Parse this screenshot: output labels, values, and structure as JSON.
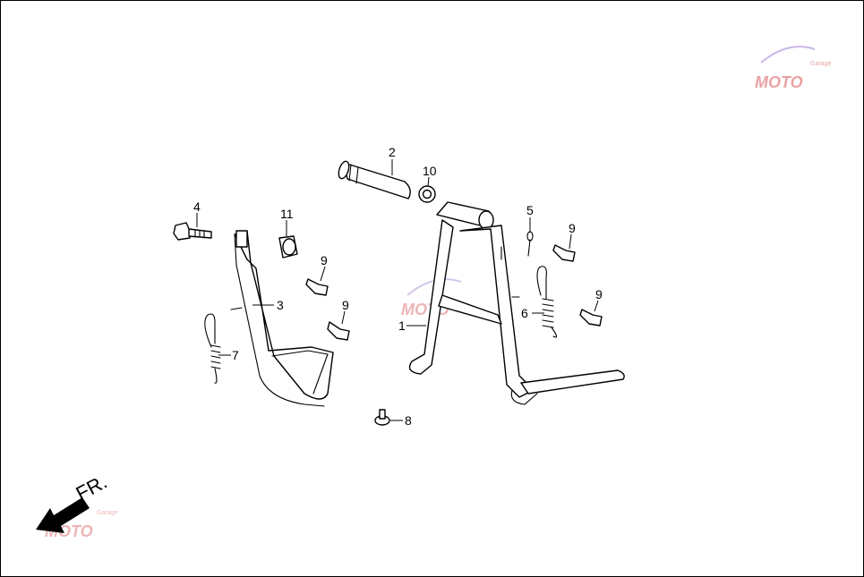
{
  "callouts": [
    {
      "id": "1",
      "label": "1"
    },
    {
      "id": "2",
      "label": "2"
    },
    {
      "id": "3",
      "label": "3"
    },
    {
      "id": "4",
      "label": "4"
    },
    {
      "id": "5",
      "label": "5"
    },
    {
      "id": "6",
      "label": "6"
    },
    {
      "id": "7",
      "label": "7"
    },
    {
      "id": "8",
      "label": "8"
    },
    {
      "id": "9a",
      "label": "9"
    },
    {
      "id": "9b",
      "label": "9"
    },
    {
      "id": "9c",
      "label": "9"
    },
    {
      "id": "9d",
      "label": "9"
    },
    {
      "id": "10",
      "label": "10"
    },
    {
      "id": "11",
      "label": "11"
    }
  ],
  "direction_label": "FR.",
  "watermark": {
    "text": "MOTO",
    "subtext": "Garage"
  },
  "colors": {
    "line": "#000000",
    "watermark": "#e9a3a3",
    "background": "#ffffff"
  }
}
